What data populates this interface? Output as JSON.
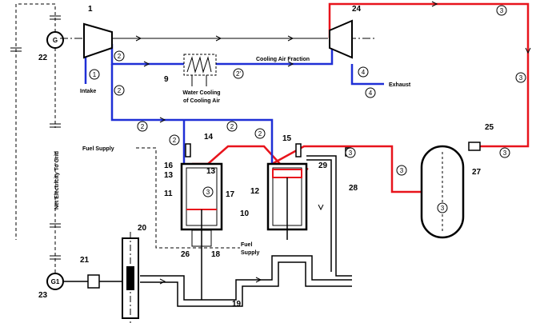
{
  "colors": {
    "hot_gas": "#e8141c",
    "cooling_air": "#1f2fd6",
    "outline": "#000000"
  },
  "labels": {
    "compressor": "1",
    "generator": "22",
    "generator2": "23",
    "cooler": "9",
    "vessel_left": "16",
    "piston_left": "13",
    "cylinder_left": "11",
    "valve_left": "14",
    "hot_port_left": "13",
    "cyl_outer_left": "17",
    "chamber_mid": "10",
    "rod_left": "26",
    "rod18": "18",
    "crank": "19",
    "flywheel": "20",
    "coupling": "21",
    "cylinder_right": "12",
    "valve_right": "15",
    "hot_port_right": "29",
    "return_pipe": "28",
    "turbine": "24",
    "heater": "25",
    "tank": "27"
  },
  "text": {
    "cooling_air_fraction": "Cooling Air Fraction",
    "exhaust": "Exhaust",
    "intake": "Intake",
    "water_cooling_1": "Water Cooling",
    "water_cooling_2": "of Cooling Air",
    "fuel_supply_top": "Fuel Supply",
    "fuel_supply_mid_1": "Fuel",
    "fuel_supply_mid_2": "Supply",
    "net_electricity": "Net Electricity To Grid",
    "gen_g": "G",
    "gen_g1": "G1"
  },
  "state_points": {
    "s1": "1",
    "s2": "2",
    "s2p": "2'",
    "s3": "3",
    "s4": "4"
  }
}
